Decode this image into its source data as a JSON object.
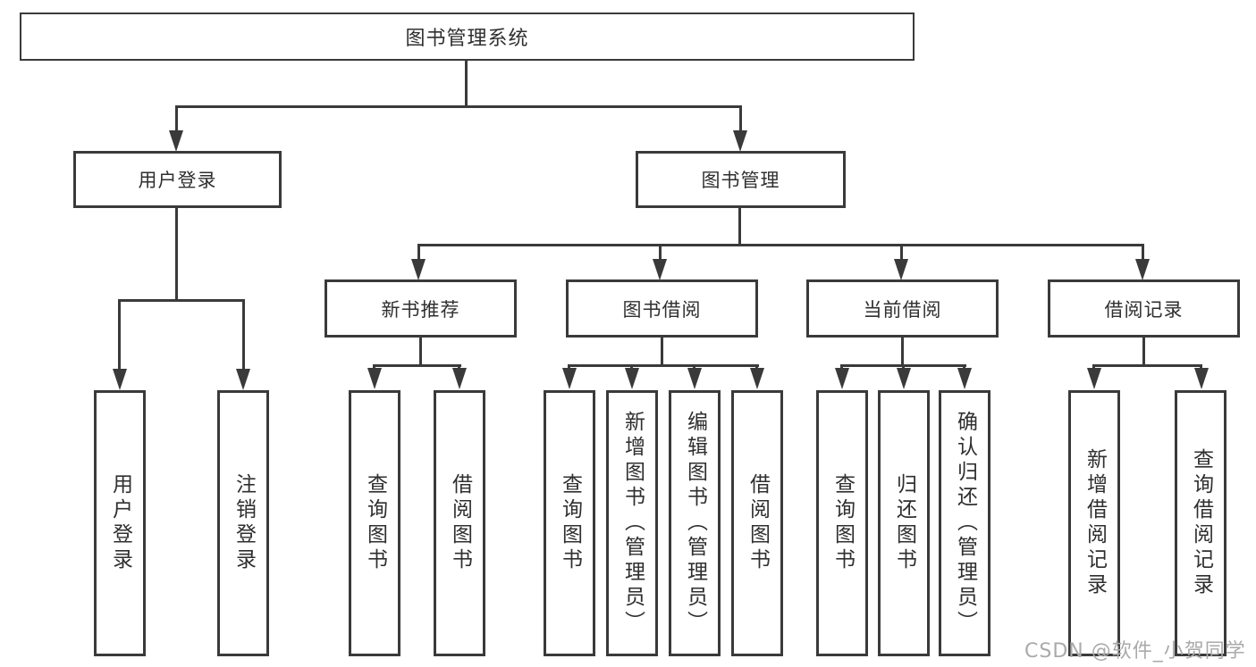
{
  "diagram": {
    "root": {
      "label": "图书管理系统",
      "children": [
        {
          "label": "用户登录",
          "children": [
            {
              "label": "用户登录"
            },
            {
              "label": "注销登录"
            }
          ]
        },
        {
          "label": "图书管理",
          "children": [
            {
              "label": "新书推荐",
              "children": [
                {
                  "label": "查询图书"
                },
                {
                  "label": "借阅图书"
                }
              ]
            },
            {
              "label": "图书借阅",
              "children": [
                {
                  "label": "查询图书"
                },
                {
                  "label": "新增图书（管理员）"
                },
                {
                  "label": "编辑图书（管理员）"
                },
                {
                  "label": "借阅图书"
                }
              ]
            },
            {
              "label": "当前借阅",
              "children": [
                {
                  "label": "查询图书"
                },
                {
                  "label": "归还图书"
                },
                {
                  "label": "确认归还（管理员）"
                }
              ]
            },
            {
              "label": "借阅记录",
              "children": [
                {
                  "label": "新增借阅记录"
                },
                {
                  "label": "查询借阅记录"
                }
              ]
            }
          ]
        }
      ]
    },
    "watermark": "CSDN @软件_小贺同学",
    "colors": {
      "line": "#3a3a3a",
      "text": "#2f2f2f",
      "watermark": "#aaaaaa",
      "background": "#ffffff"
    }
  }
}
